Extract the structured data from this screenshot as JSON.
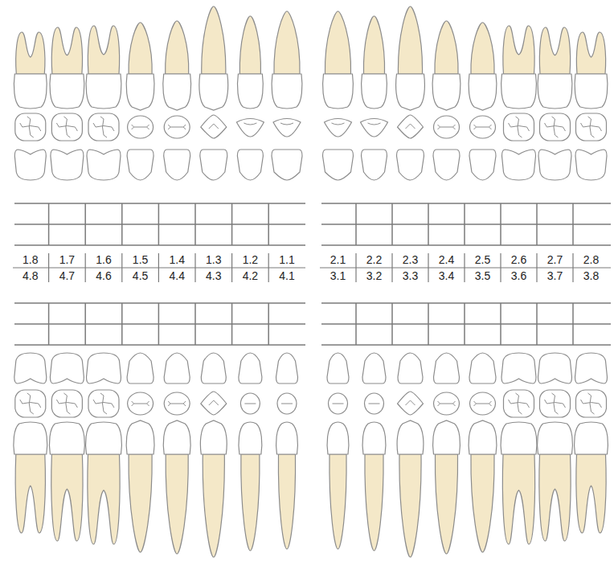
{
  "diagram": {
    "labels": [
      "1.8",
      "1.7",
      "1.6",
      "1.5",
      "1.4",
      "1.3",
      "1.2",
      "1.1",
      "2.1",
      "2.2",
      "2.3",
      "2.4",
      "2.5",
      "2.6",
      "2.7",
      "2.8",
      "4.8",
      "4.7",
      "4.6",
      "4.5",
      "4.4",
      "4.3",
      "4.2",
      "4.1",
      "3.1",
      "3.2",
      "3.3",
      "3.4",
      "3.5",
      "3.6",
      "3.7",
      "3.8"
    ]
  }
}
